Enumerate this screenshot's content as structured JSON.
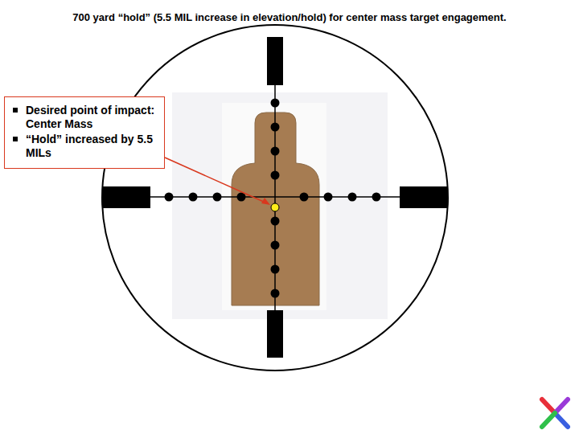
{
  "diagram": {
    "title": "700 yard “hold” (5.5 MIL increase in elevation/hold) for center mass target engagement.",
    "nodes": [
      {
        "text": [
          "Desired point of impact:  Center Mass",
          "“Hold” increased by 5.5 MILs"
        ]
      }
    ]
  }
}
